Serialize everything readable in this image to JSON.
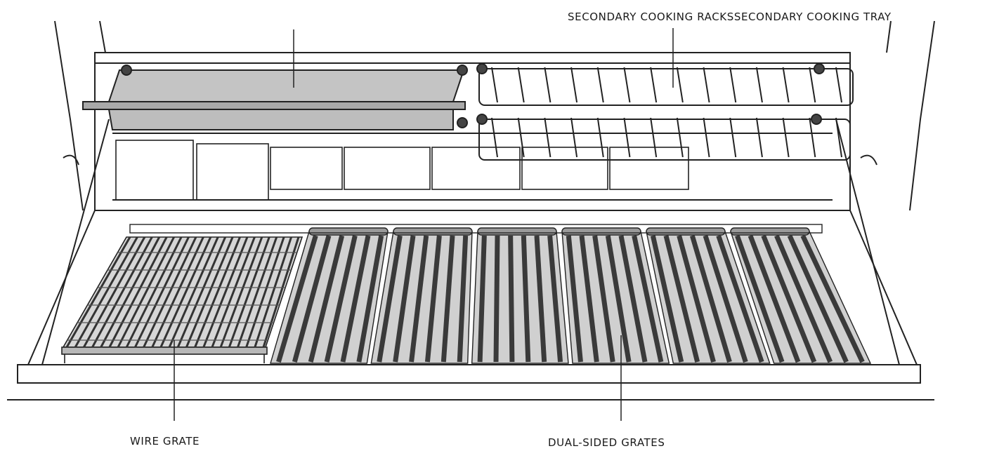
{
  "labels": {
    "top": "SECONDARY COOKING RACKSSECONDARY COOKING TRAY",
    "wire_grate": "WIRE GRATE",
    "dual_sided": "DUAL-SIDED GRATES"
  },
  "colors": {
    "stroke": "#222222",
    "tray_fill": "#bdbdbd",
    "wire_fill": "#b8b8b8",
    "grate_dark": "#3a3a3a",
    "grate_light": "#d0d0d0",
    "background": "#ffffff"
  },
  "counts": {
    "rack_bars": 14,
    "wire_bars": 24,
    "grate_panels": 6
  }
}
